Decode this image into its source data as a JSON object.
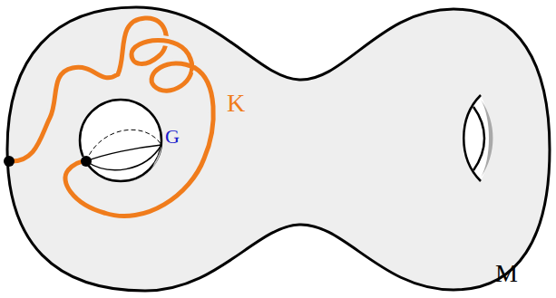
{
  "diagram": {
    "labels": [
      "K",
      "G",
      "M"
    ]
  }
}
